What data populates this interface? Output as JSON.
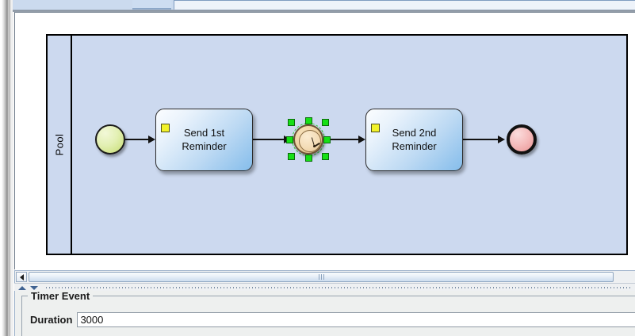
{
  "window": {
    "top_tab_stub_label": "",
    "active_tab_label": ""
  },
  "canvas": {
    "pool": {
      "label": "Pool"
    },
    "nodes": [
      {
        "id": "start-event",
        "type": "start-event",
        "label": ""
      },
      {
        "id": "task-1",
        "type": "send-task",
        "label": "Send 1st\nReminder",
        "line1": "Send 1st",
        "line2": "Reminder"
      },
      {
        "id": "timer-event",
        "type": "timer-intermediate-event",
        "label": "",
        "selected": true
      },
      {
        "id": "task-2",
        "type": "send-task",
        "label": "Send 2nd\nReminder",
        "line1": "Send 2nd",
        "line2": "Reminder"
      },
      {
        "id": "end-event",
        "type": "end-event",
        "label": ""
      }
    ],
    "colors": {
      "pool_fill": "#ccd9ef",
      "start_event_fill": "#c6dd71",
      "end_event_fill": "#e99494",
      "task_fill": "#85bdeb",
      "task_marker": "#f2f22a",
      "timer_fill": "#e3c492",
      "selection_handle": "#16e016"
    }
  },
  "scrollbar": {
    "left_button_icon": "triangle-left-icon",
    "thumb_grip_icon": "grip-lines-icon"
  },
  "splitter": {
    "up_icon": "triangle-up-icon",
    "down_icon": "triangle-down-icon"
  },
  "properties": {
    "group_title": "Timer Event",
    "fields": [
      {
        "label": "Duration",
        "value": "3000",
        "placeholder": ""
      }
    ]
  }
}
